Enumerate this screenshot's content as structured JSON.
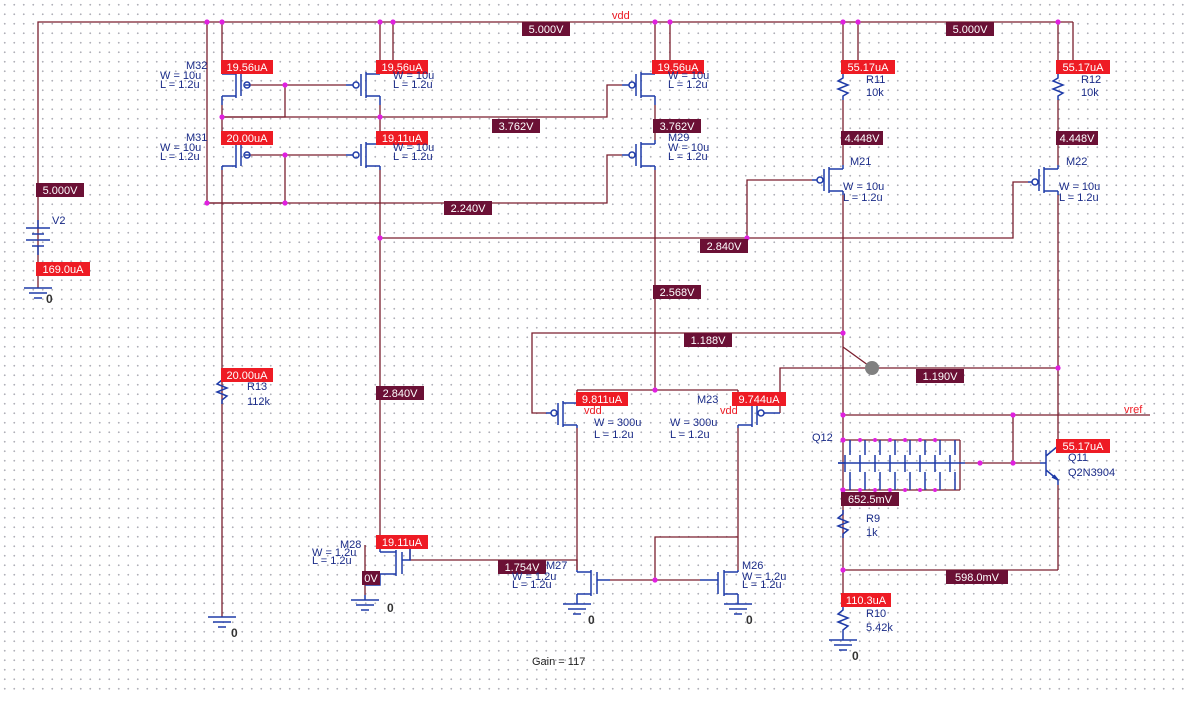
{
  "colors": {
    "wire": "#7a1e2e",
    "device": "#1f3ba8",
    "node": "#e020e0",
    "voltage_bg": "#6b1035",
    "current_bg": "#ee1b24",
    "net_label": "#ee1b24",
    "text": "#1a2b88"
  },
  "nets": {
    "vdd": "vdd",
    "vref": "vref"
  },
  "voltage_labels": [
    "5.000V",
    "5.000V",
    "5.000V",
    "3.762V",
    "3.762V",
    "2.240V",
    "2.840V",
    "4.448V",
    "4.448V",
    "2.568V",
    "1.188V",
    "1.190V",
    "2.840V",
    "1.754V",
    "0V",
    "652.5mV",
    "598.0mV"
  ],
  "current_labels": [
    "19.56uA",
    "19.56uA",
    "19.56uA",
    "55.17uA",
    "55.17uA",
    "20.00uA",
    "19.11uA",
    "169.0uA",
    "20.00uA",
    "9.811uA",
    "9.744uA",
    "19.11uA",
    "55.17uA",
    "110.3uA"
  ],
  "devices": {
    "m32": {
      "name": "M32",
      "w": "W = 10u",
      "l": "L = 1.2u"
    },
    "m31": {
      "name": "M31",
      "w": "W = 10u",
      "l": "L = 1.2u"
    },
    "mtop2": {
      "w": "W = 10u",
      "l": "L = 1.2u"
    },
    "mmid2": {
      "w": "W = 10u",
      "l": "L = 1.2u"
    },
    "mtop3": {
      "w": "W = 10u",
      "l": "L = 1.2u"
    },
    "m29": {
      "name": "M29",
      "w": "W = 10u",
      "l": "L = 1.2u"
    },
    "m21": {
      "name": "M21",
      "w": "W = 10u",
      "l": "L = 1.2u"
    },
    "m22": {
      "name": "M22",
      "w": "W = 10u",
      "l": "L = 1.2u"
    },
    "m23": {
      "name": "M23",
      "w": "W = 300u",
      "l": "L = 1.2u"
    },
    "mleft": {
      "w": "W = 300u",
      "l": "L = 1.2u"
    },
    "m28": {
      "name": "M28",
      "w": "W = 1.2u",
      "l": "L = 1.2u"
    },
    "m27": {
      "name": "M27",
      "w": "W = 1.2u",
      "l": "L = 1.2u"
    },
    "m26": {
      "name": "M26",
      "w": "W = 1.2u",
      "l": "L = 1.2u"
    },
    "r11": {
      "name": "R11",
      "value": "10k"
    },
    "r12": {
      "name": "R12",
      "value": "10k"
    },
    "r13": {
      "name": "R13",
      "value": "112k"
    },
    "r9": {
      "name": "R9",
      "value": "1k"
    },
    "r10": {
      "name": "R10",
      "value": "5.42k"
    },
    "v2": {
      "name": "V2"
    },
    "q12": {
      "name": "Q12"
    },
    "q11": {
      "name": "Q11",
      "model": "Q2N3904"
    }
  },
  "ground_label": "0",
  "footer": {
    "gain": "Gain = 117"
  }
}
